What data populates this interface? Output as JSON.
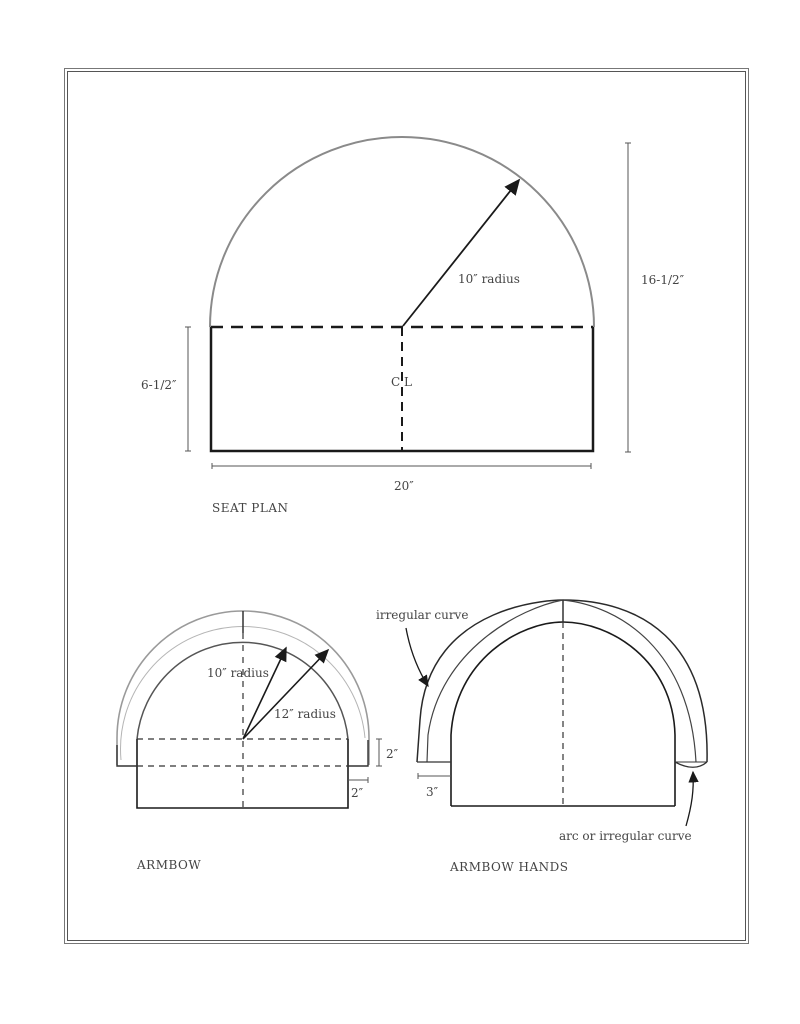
{
  "seat_plan": {
    "title": "SEAT PLAN",
    "radius_label": "10″ radius",
    "centerline_label": "C L",
    "height_total_label": "16-1/2″",
    "height_rect_label": "6-1/2″",
    "width_label": "20″"
  },
  "armbow": {
    "title": "ARMBOW",
    "inner_radius_label": "10″ radius",
    "outer_radius_label": "12″ radius",
    "step_height_label": "2″",
    "offset_label": "2″"
  },
  "armbow_hands": {
    "title": "ARMBOW HANDS",
    "irregular_curve_label": "irregular curve",
    "arc_label": "arc or irregular curve",
    "offset_label": "3″"
  },
  "colors": {
    "line": "#1a1a1a",
    "pencil": "#9a9a9a",
    "text": "#444444",
    "frame": "#666666"
  }
}
